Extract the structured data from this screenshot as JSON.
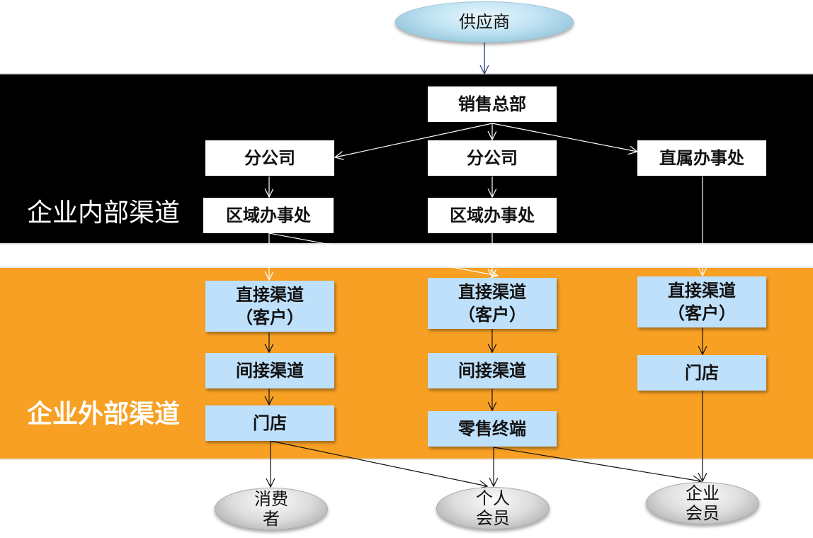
{
  "supplier": "供应商",
  "bands": {
    "inner_label": "企业内部渠道",
    "outer_label": "企业外部渠道"
  },
  "inner": {
    "hq": "销售总部",
    "branch_left": "分公司",
    "branch_mid": "分公司",
    "direct_office": "直属办事处",
    "region_left": "区域办事处",
    "region_mid": "区域办事处"
  },
  "outer": {
    "direct_left_1": "直接渠道",
    "direct_left_2": "（客户）",
    "indirect_left": "间接渠道",
    "store_left": "门店",
    "direct_mid_1": "直接渠道",
    "direct_mid_2": "（客户）",
    "indirect_mid": "间接渠道",
    "retail_mid": "零售终端",
    "direct_right_1": "直接渠道",
    "direct_right_2": "（客户）",
    "store_right": "门店"
  },
  "endpoints": {
    "consumer_1": "消费",
    "consumer_2": "者",
    "personal_1": "个人",
    "personal_2": "会员",
    "enterprise_1": "企业",
    "enterprise_2": "会员"
  },
  "colors": {
    "inner_band": "#000000",
    "outer_band": "#f7a023",
    "blue_box": "#bfe0fb"
  }
}
